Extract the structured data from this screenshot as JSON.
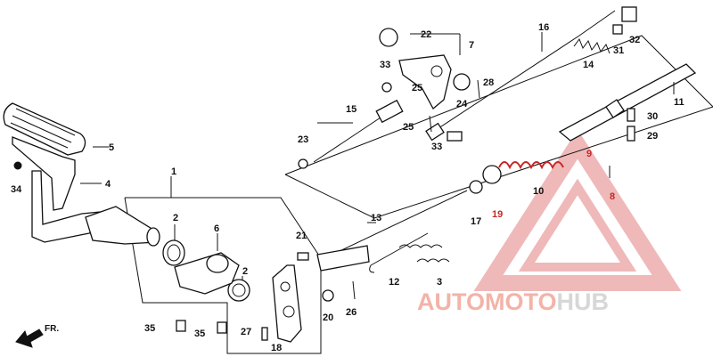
{
  "watermark": {
    "part1": "AUTO",
    "part2": "MOTO",
    "part3": "HUB"
  },
  "direction_label": "FR.",
  "callouts": {
    "c1": "1",
    "c2a": "2",
    "c2b": "2",
    "c3": "3",
    "c4": "4",
    "c5": "5",
    "c6": "6",
    "c7": "7",
    "c8": "8",
    "c9": "9",
    "c10": "10",
    "c11": "11",
    "c12": "12",
    "c13": "13",
    "c14": "14",
    "c15": "15",
    "c16": "16",
    "c17": "17",
    "c18": "18",
    "c19": "19",
    "c20": "20",
    "c21": "21",
    "c22": "22",
    "c23": "23",
    "c24": "24",
    "c25a": "25",
    "c25b": "25",
    "c26": "26",
    "c27": "27",
    "c28": "28",
    "c29": "29",
    "c30": "30",
    "c31": "31",
    "c32": "32",
    "c33a": "33",
    "c33b": "33",
    "c34": "34",
    "c35a": "35",
    "c35b": "35"
  }
}
